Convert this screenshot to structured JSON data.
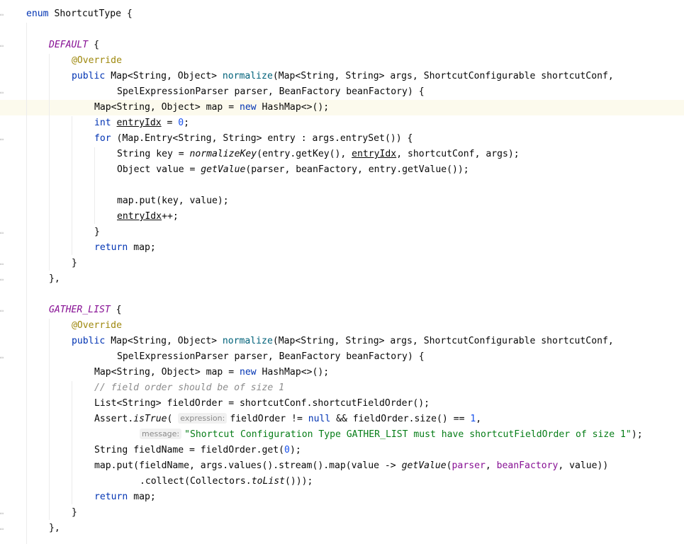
{
  "code": {
    "kw": {
      "enum": "enum",
      "public": "public",
      "new": "new",
      "int": "int",
      "for": "for",
      "return": "return",
      "null": "null"
    },
    "types": {
      "shortcut_type": "ShortcutType",
      "map_str_obj": "Map<String, Object>",
      "map_str_str": "Map<String, String>",
      "shortcut_configurable": "ShortcutConfigurable",
      "spel_parser": "SpelExpressionParser",
      "bean_factory": "BeanFactory",
      "hash_map": "HashMap<>",
      "map_entry": "Map.Entry<String, String>",
      "string": "String",
      "object": "Object",
      "list_string": "List<String>",
      "assert": "Assert",
      "collectors": "Collectors"
    },
    "enum_constants": {
      "default": "DEFAULT",
      "gather_list": "GATHER_LIST"
    },
    "annotation": "@Override",
    "methods": {
      "normalize": "normalize",
      "normalize_key": "normalizeKey",
      "get_value": "getValue",
      "is_true": "isTrue",
      "to_list": "toList"
    },
    "vars": {
      "entry_idx": "entryIdx",
      "parser": "parser",
      "bean_factory": "beanFactory"
    },
    "numbers": {
      "zero": "0",
      "one": "1"
    },
    "comment": "// field order should be of size 1",
    "hints": {
      "expression": "expression:",
      "message": "message:"
    },
    "strings": {
      "assert_message": "\"Shortcut Configuration Type GATHER_LIST must have shortcutFieldOrder of size 1\""
    }
  }
}
